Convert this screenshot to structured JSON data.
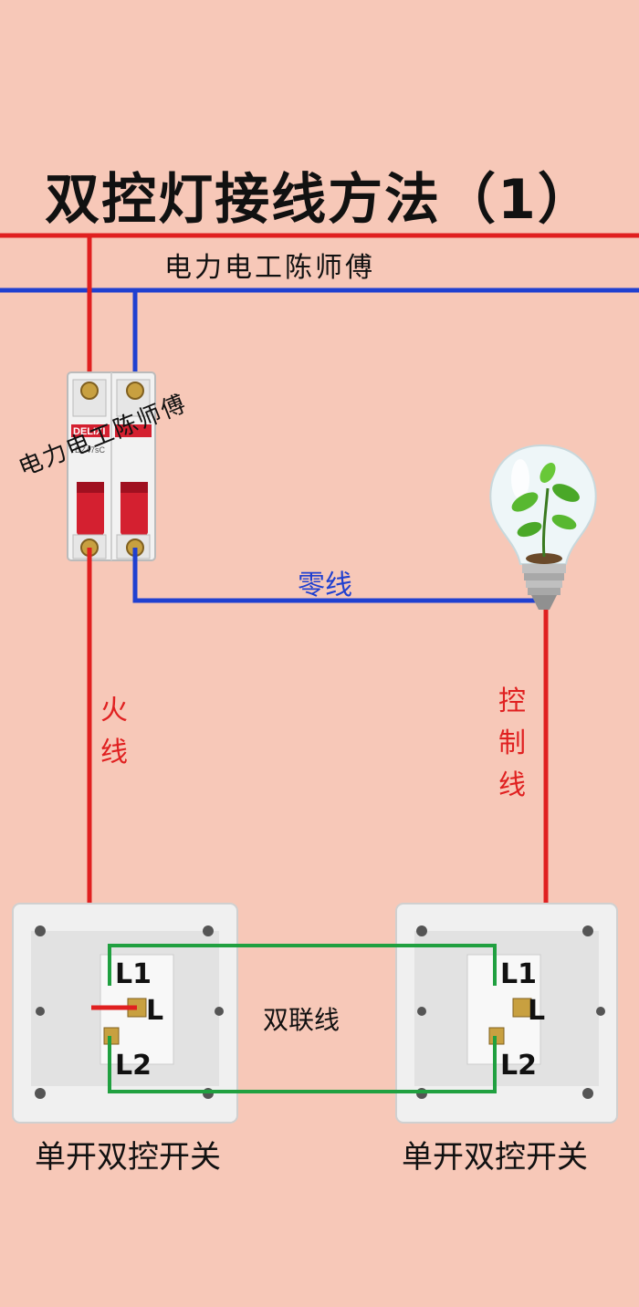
{
  "title": "双控灯接线方法（1）",
  "subtitle": "电力电工陈师傅",
  "watermark": "电力电工陈师傅",
  "breaker": {
    "brand": "DELIXI",
    "model": "DZ47sC"
  },
  "wires": {
    "neutral_label": "零线",
    "live_label": "火线",
    "control_label": "控制线",
    "traveler_label": "双联线"
  },
  "switches": [
    {
      "caption": "单开双控开关",
      "terminals": [
        "L1",
        "L",
        "L2"
      ]
    },
    {
      "caption": "单开双控开关",
      "terminals": [
        "L1",
        "L",
        "L2"
      ]
    }
  ],
  "colors": {
    "background": "#f7c8b8",
    "live_wire": "#e02020",
    "neutral_wire": "#2040d0",
    "traveler_wire": "#20a040",
    "breaker_handle": "#d42030"
  },
  "icons": [
    "bulb-icon",
    "plant-icon"
  ]
}
